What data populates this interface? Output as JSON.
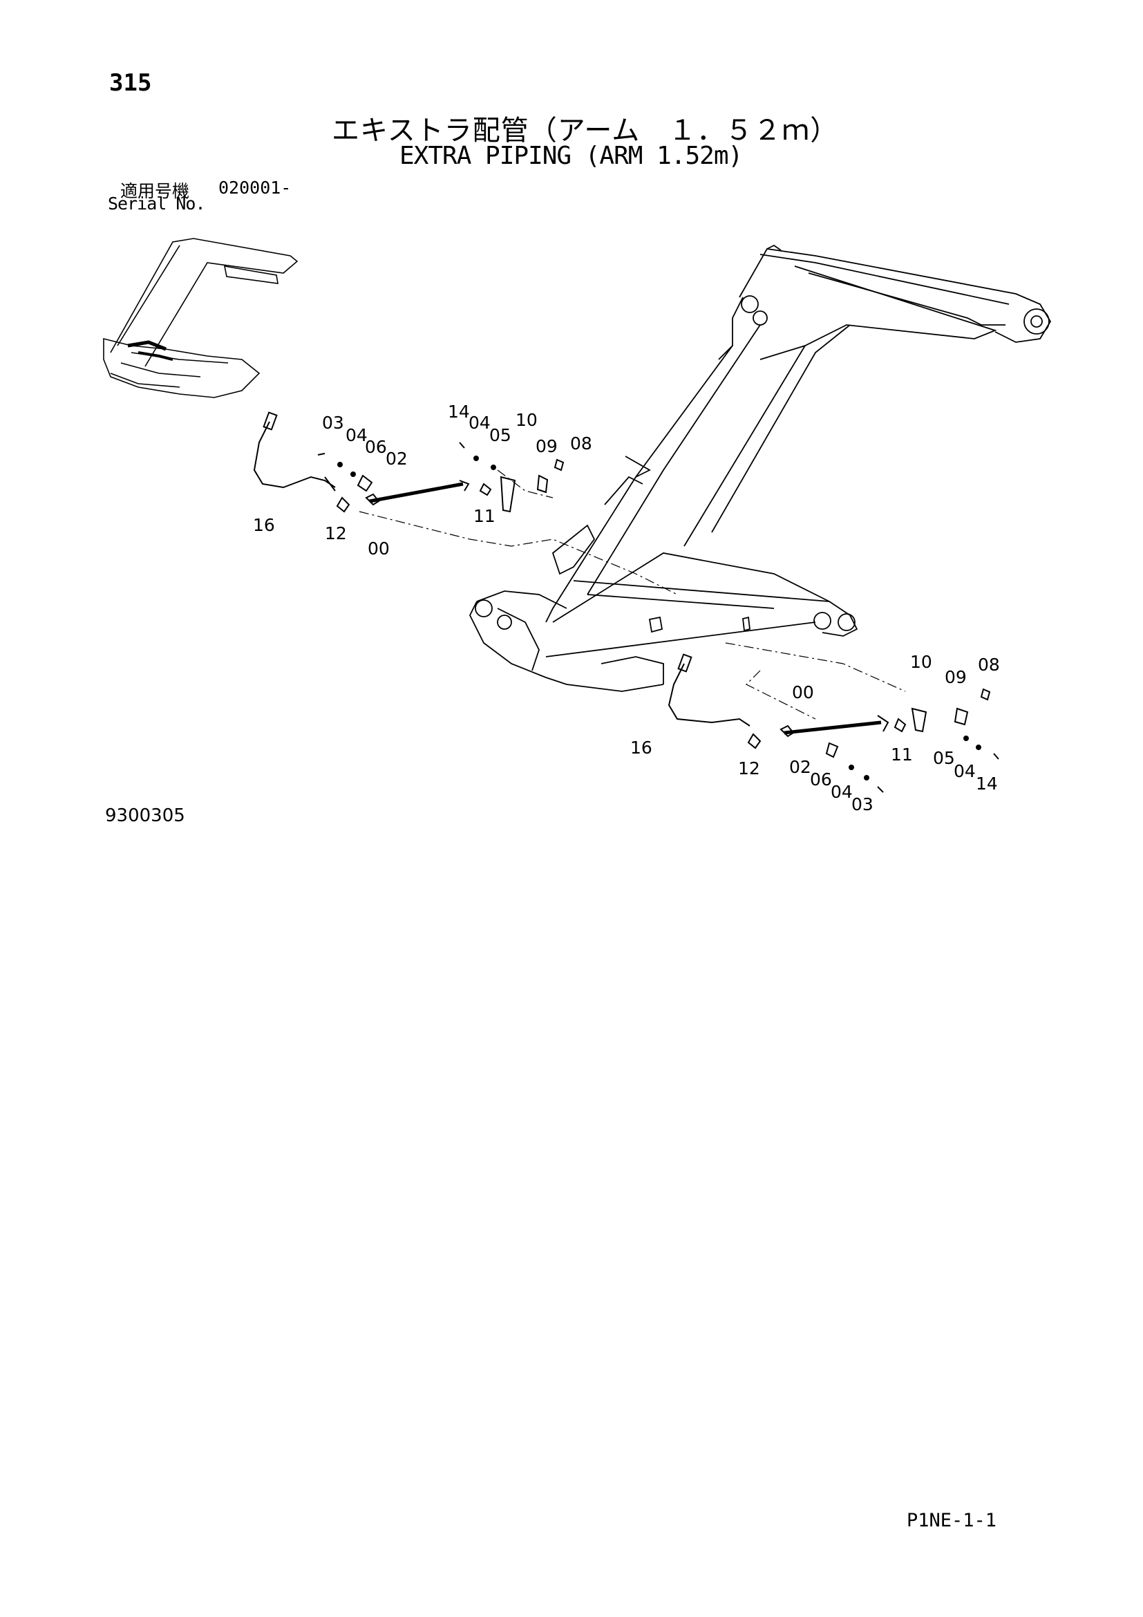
{
  "header": {
    "page_number": "315",
    "title_jp": "エキストラ配管（アーム　１．５２ｍ）",
    "title_en": "EXTRA PIPING (ARM 1.52m)",
    "serial_label_jp": "適用号機",
    "serial_label_en": "Serial No.",
    "serial_number": "020001-"
  },
  "diagram": {
    "upper_group": [
      "03",
      "04",
      "06",
      "02",
      "14",
      "04",
      "05",
      "10",
      "09",
      "08",
      "16",
      "12",
      "00",
      "11"
    ],
    "lower_group": [
      "10",
      "09",
      "08",
      "00",
      "16",
      "12",
      "11",
      "05",
      "04",
      "14",
      "02",
      "06",
      "04",
      "03"
    ]
  },
  "footer": {
    "drawing_id": "9300305",
    "page_code": "P1NE-1-1"
  }
}
